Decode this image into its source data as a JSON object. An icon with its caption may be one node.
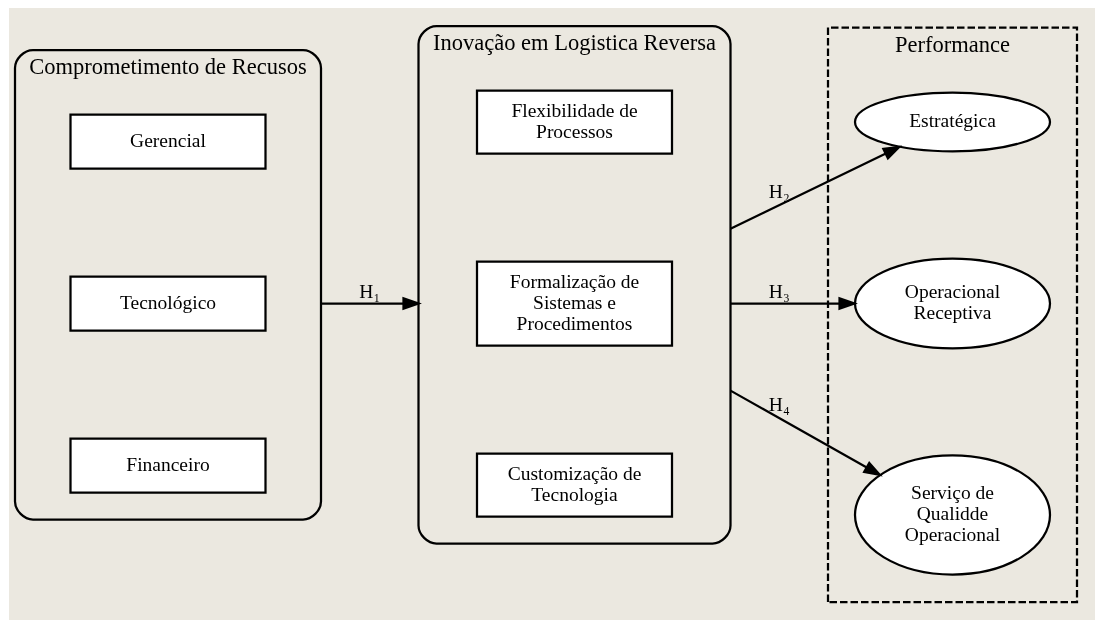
{
  "diagram": {
    "nodes": [
      {
        "text": [
          "Comprometimento de Recusos"
        ]
      },
      {
        "text": [
          "Financeiro"
        ],
        "in": 0
      },
      {
        "text": [
          "Tecnológico"
        ],
        "in": 0
      },
      {
        "text": [
          "Gerencial"
        ],
        "in": 0
      },
      {
        "text": [
          "Inovação em Logistica Reversa"
        ]
      },
      {
        "text": [
          "Customização de Tecnologia"
        ],
        "in": 4
      },
      {
        "text": [
          "Formalização de Sistemas e Procedimentos"
        ],
        "in": 4
      },
      {
        "text": [
          "Flexibilidade de Processos"
        ],
        "in": 4
      },
      {
        "text": [
          "Performance"
        ]
      },
      {
        "text": [
          "Estratégica"
        ],
        "in": 8
      },
      {
        "text": [
          "Operacional Receptiva"
        ],
        "in": 8
      },
      {
        "text": [
          "Serviço de Qualidde Operacional"
        ],
        "in": 8
      }
    ],
    "edges": [
      {
        "from": 0,
        "to": 4,
        "arrow": "to",
        "label": "H₁"
      },
      {
        "from": 4,
        "to": 9,
        "arrow": "to",
        "label": "H₂"
      },
      {
        "from": 4,
        "to": 10,
        "arrow": "to",
        "label": "H₃"
      },
      {
        "from": 4,
        "to": 11,
        "arrow": "to",
        "label": "H₄"
      }
    ]
  }
}
